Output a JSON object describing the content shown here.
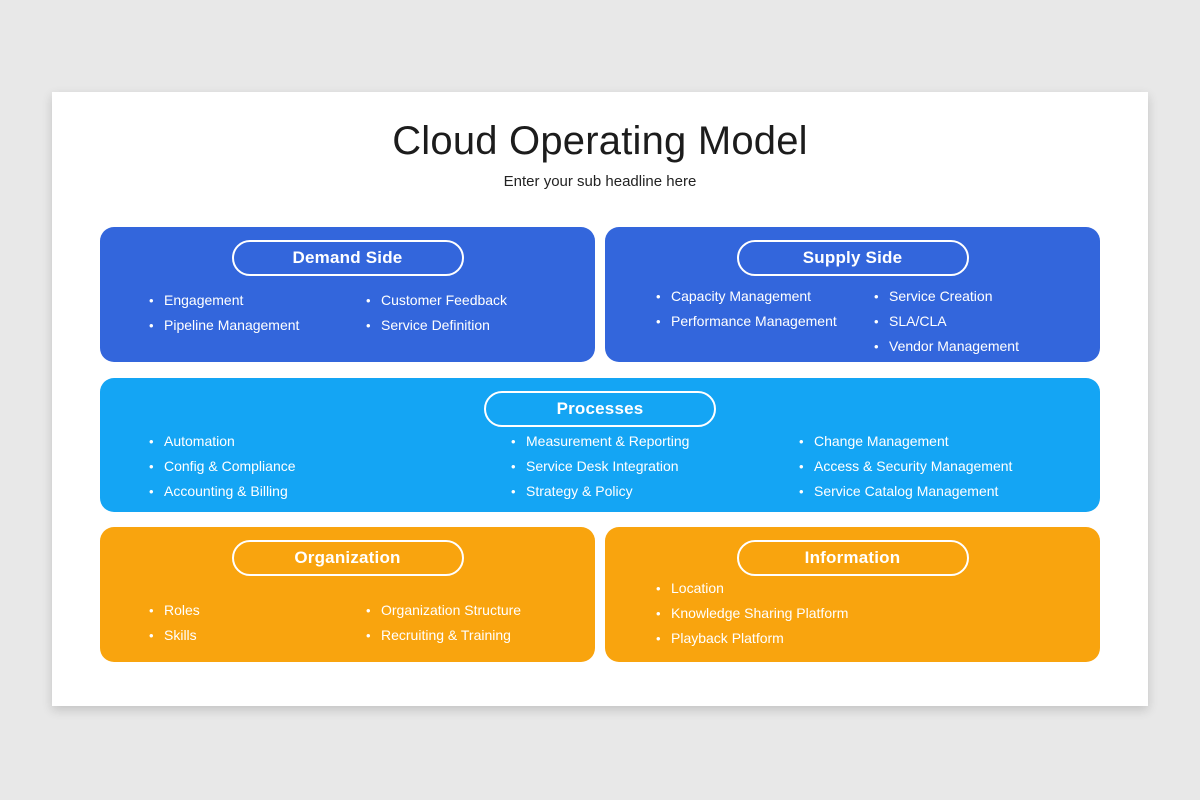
{
  "slide": {
    "title": "Cloud Operating Model",
    "subtitle": "Enter your sub headline here"
  },
  "colors": {
    "background": "#E8E8E8",
    "card": "#FFFFFF",
    "blue": "#3366DC",
    "light_blue": "#14A5F4",
    "orange": "#F9A40E",
    "text_dark": "#1C1C1C",
    "text_light": "#FFFFFF"
  },
  "sections": {
    "demand_side": {
      "label": "Demand Side",
      "columns": [
        {
          "items": [
            "Engagement",
            "Pipeline Management"
          ]
        },
        {
          "items": [
            "Customer Feedback",
            "Service Definition"
          ]
        }
      ]
    },
    "supply_side": {
      "label": "Supply Side",
      "columns": [
        {
          "items": [
            "Capacity Management",
            "Performance Management"
          ]
        },
        {
          "items": [
            "Service Creation",
            "SLA/CLA",
            "Vendor Management"
          ]
        }
      ]
    },
    "processes": {
      "label": "Processes",
      "columns": [
        {
          "items": [
            "Automation",
            "Config & Compliance",
            "Accounting & Billing"
          ]
        },
        {
          "items": [
            "Measurement & Reporting",
            "Service Desk Integration",
            "Strategy & Policy"
          ]
        },
        {
          "items": [
            "Change Management",
            "Access & Security Management",
            "Service Catalog Management"
          ]
        }
      ]
    },
    "organization": {
      "label": "Organization",
      "columns": [
        {
          "items": [
            "Roles",
            "Skills"
          ]
        },
        {
          "items": [
            "Organization Structure",
            "Recruiting & Training"
          ]
        }
      ]
    },
    "information": {
      "label": "Information",
      "columns": [
        {
          "items": [
            "Location",
            "Knowledge Sharing Platform",
            "Playback Platform"
          ]
        }
      ]
    }
  }
}
